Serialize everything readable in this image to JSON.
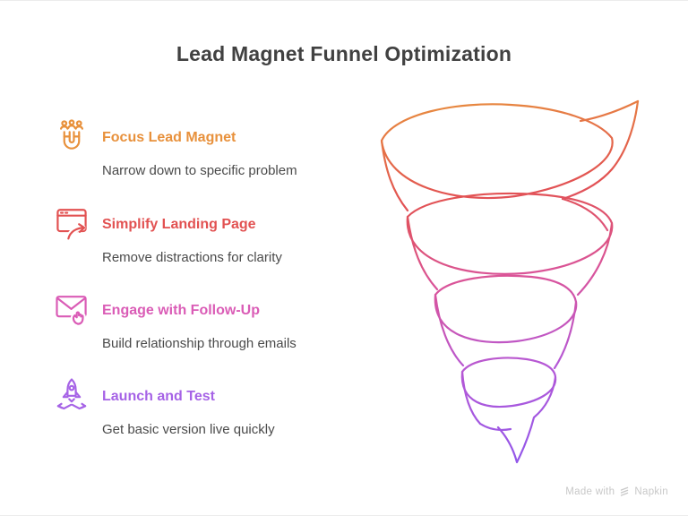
{
  "title": "Lead Magnet Funnel Optimization",
  "steps": [
    {
      "title": "Focus Lead Magnet",
      "description": "Narrow down to specific problem",
      "color": "#E8913C",
      "icon": "magnet-users-icon"
    },
    {
      "title": "Simplify Landing Page",
      "description": "Remove distractions for clarity",
      "color": "#E25252",
      "icon": "browser-arrow-icon"
    },
    {
      "title": "Engage with Follow-Up",
      "description": "Build relationship through emails",
      "color": "#DA5CB6",
      "icon": "email-hand-icon"
    },
    {
      "title": "Launch and Test",
      "description": "Get basic version live quickly",
      "color": "#A663E6",
      "icon": "rocket-launch-icon"
    }
  ],
  "funnel": {
    "type": "spiral-funnel-illustration",
    "turns": 4,
    "gradient": [
      "#E8913C",
      "#E25252",
      "#D9549C",
      "#B558D6",
      "#9257EA"
    ]
  },
  "footer": {
    "made_with": "Made with",
    "brand": "Napkin",
    "color": "#C8C8C8"
  }
}
